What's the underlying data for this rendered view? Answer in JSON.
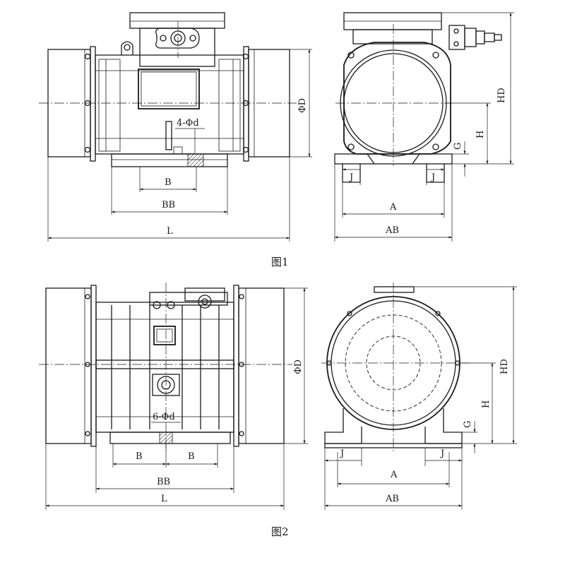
{
  "figure1": {
    "caption": "图1",
    "front_labels": {
      "phi_d": "4-Φd",
      "B": "B",
      "BB": "BB",
      "L": "L",
      "phi_D": "ΦD"
    },
    "side_labels": {
      "HD": "HD",
      "H": "H",
      "G": "G",
      "J_left": "J",
      "J_right": "J",
      "A": "A",
      "AB": "AB"
    }
  },
  "figure2": {
    "caption": "图2",
    "front_labels": {
      "phi_d": "6-Φd",
      "B_left": "B",
      "B_right": "B",
      "BB": "BB",
      "L": "L",
      "phi_D": "ΦD"
    },
    "side_labels": {
      "HD": "HD",
      "H": "H",
      "G": "G",
      "J_left": "J",
      "J_right": "J",
      "A": "A",
      "AB": "AB"
    }
  }
}
